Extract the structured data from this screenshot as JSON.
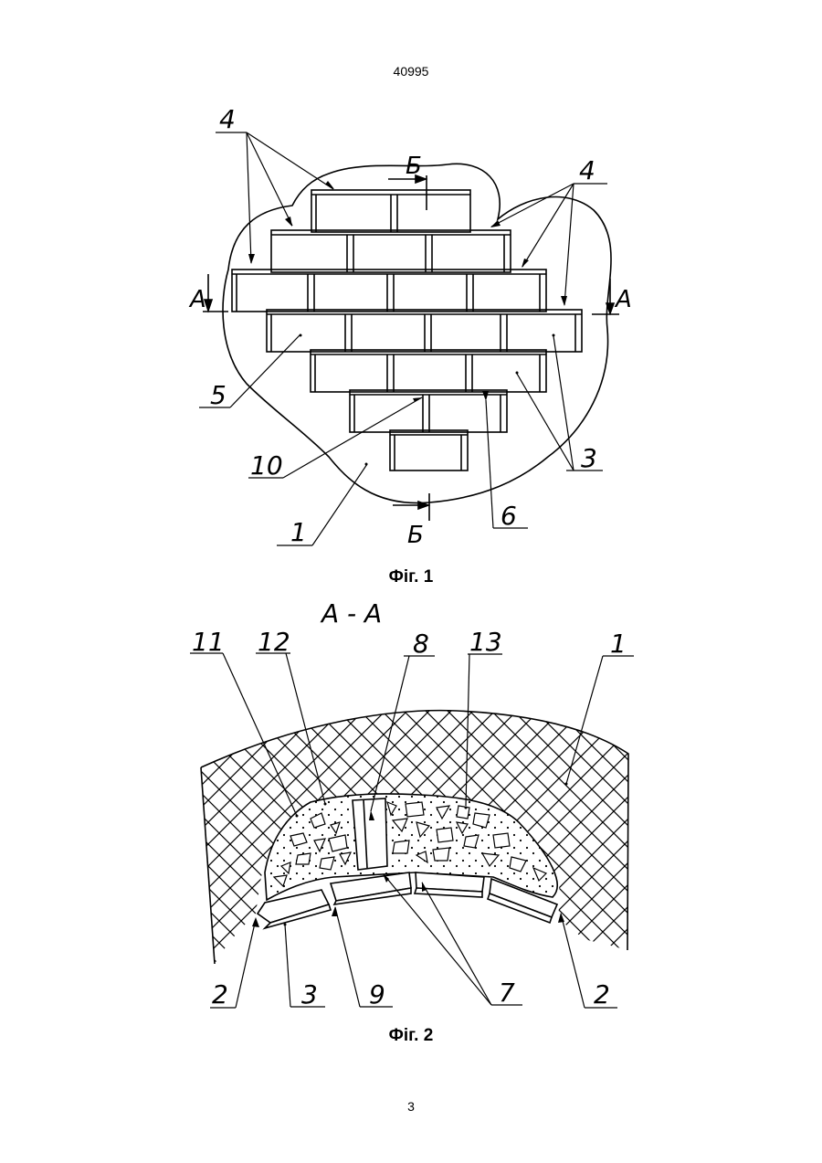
{
  "document": {
    "patent_number": "40995",
    "page_number": "3"
  },
  "figure1": {
    "caption": "Фіг. 1",
    "section_a_left": "A",
    "section_a_right": "A",
    "section_b_top": "Б",
    "section_b_bottom": "Б",
    "labels": {
      "l4_left": "4",
      "l4_right": "4",
      "l5": "5",
      "l10": "10",
      "l1": "1",
      "l6": "6",
      "l3": "3"
    }
  },
  "figure2": {
    "caption": "Фіг. 2",
    "section_title": "A - A",
    "labels": {
      "l11": "11",
      "l12": "12",
      "l8": "8",
      "l13": "13",
      "l1": "1",
      "l2_left": "2",
      "l3": "3",
      "l9": "9",
      "l7": "7",
      "l2_right": "2"
    }
  }
}
